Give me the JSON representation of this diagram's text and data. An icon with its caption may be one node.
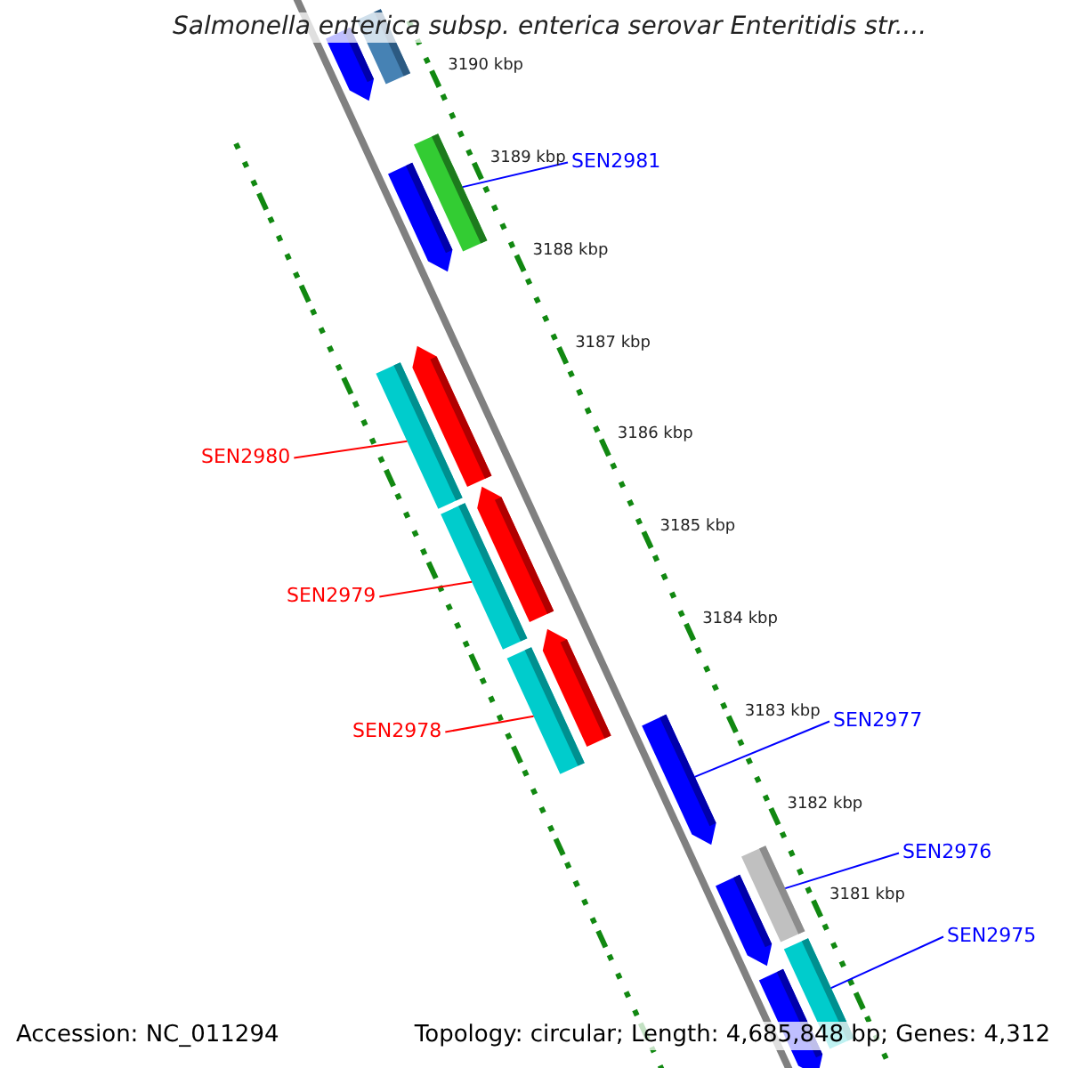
{
  "diagram": {
    "title": "Salmonella enterica subsp. enterica serovar Enteritidis str....",
    "nodes": [
      {
        "text": [],
        "shape": "bar"
      },
      {
        "text": [],
        "shape": "bar"
      },
      {
        "text": [],
        "shape": "bar"
      },
      {
        "text": [],
        "shape": "bar"
      },
      {
        "text": [
          "SEN2981"
        ]
      },
      {
        "text": [
          "SEN2980"
        ]
      },
      {
        "text": [],
        "shape": "bar"
      },
      {
        "text": [],
        "shape": "bar"
      },
      {
        "text": [],
        "shape": "bar"
      },
      {
        "text": [
          "SEN2979"
        ]
      },
      {
        "text": [],
        "shape": "bar"
      },
      {
        "text": [],
        "shape": "bar"
      },
      {
        "text": [],
        "shape": "bar"
      },
      {
        "text": [
          "SEN2978"
        ]
      },
      {
        "text": [
          "SEN2977"
        ]
      },
      {
        "text": [],
        "shape": "bar"
      },
      {
        "text": [],
        "shape": "bar"
      },
      {
        "text": [
          "SEN2976"
        ]
      },
      {
        "text": [],
        "shape": "bar"
      },
      {
        "text": [
          "SEN2975"
        ]
      },
      {
        "text": [],
        "shape": "bar"
      },
      {
        "text": [],
        "shape": "bar"
      }
    ],
    "edges": [
      {
        "from": 4,
        "to": 3,
        "arrow": "none"
      },
      {
        "from": 5,
        "to": 6,
        "arrow": "none",
        "color": "#ff0000"
      },
      {
        "from": 9,
        "to": 8,
        "arrow": "none",
        "color": "#ff0000"
      },
      {
        "from": 13,
        "to": 11,
        "arrow": "none",
        "color": "#ff0000"
      },
      {
        "from": 14,
        "to": 15,
        "arrow": "none"
      },
      {
        "from": 17,
        "to": 16,
        "arrow": "none"
      },
      {
        "from": 19,
        "to": 20,
        "arrow": "none"
      }
    ],
    "labels": [
      "3190 kbp",
      "3189 kbp",
      "3188 kbp",
      "3187 kbp",
      "3186 kbp",
      "3185 kbp",
      "3184 kbp",
      "3183 kbp",
      "3182 kbp",
      "3181 kbp",
      "Accession: NC_011294",
      "Topology: circular; Length: 4,685,848 bp; Genes: 4,312"
    ]
  }
}
